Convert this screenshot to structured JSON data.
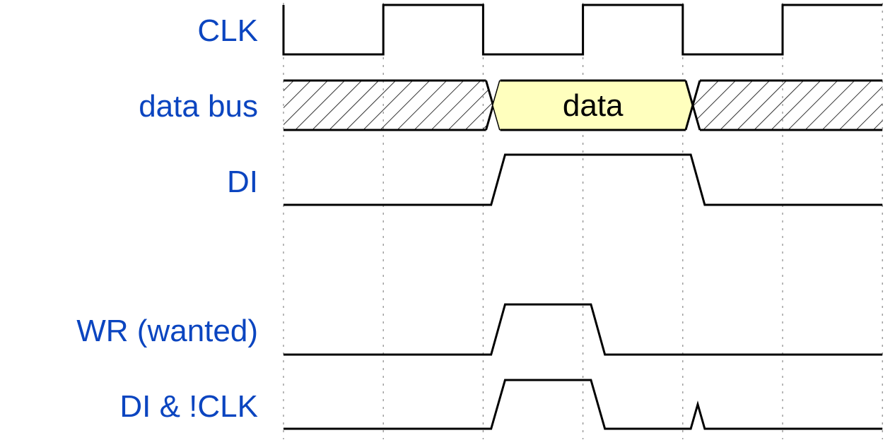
{
  "diagram": {
    "type": "timing-diagram",
    "time_unit": "half clock period",
    "time_range": [
      0,
      6
    ],
    "colors": {
      "label": "#0b45c0",
      "wave": "#000000",
      "bus_data_fill": "#ffffbe",
      "grid": "#888888"
    },
    "signals": [
      {
        "id": "clk",
        "label": "CLK",
        "kind": "clock",
        "points": [
          [
            0,
            1
          ],
          [
            0,
            0
          ],
          [
            1,
            0
          ],
          [
            1,
            1
          ],
          [
            2,
            1
          ],
          [
            2,
            0
          ],
          [
            3,
            0
          ],
          [
            3,
            1
          ],
          [
            4,
            1
          ],
          [
            4,
            0
          ],
          [
            5,
            0
          ],
          [
            5,
            1
          ],
          [
            6,
            1
          ]
        ]
      },
      {
        "id": "data-bus",
        "label": "data bus",
        "kind": "bus",
        "segments": [
          {
            "from": 0,
            "to": 2.1,
            "state": "undefined"
          },
          {
            "from": 2.1,
            "to": 4.1,
            "state": "valid",
            "text": "data"
          },
          {
            "from": 4.1,
            "to": 6,
            "state": "undefined"
          }
        ]
      },
      {
        "id": "di",
        "label": "DI",
        "kind": "logic",
        "points": [
          [
            0,
            0
          ],
          [
            2.08,
            0
          ],
          [
            2.22,
            1
          ],
          [
            4.08,
            1
          ],
          [
            4.22,
            0
          ],
          [
            6,
            0
          ]
        ]
      },
      {
        "id": "spacer",
        "label": "",
        "kind": "empty"
      },
      {
        "id": "wr-wanted",
        "label": "WR (wanted)",
        "kind": "logic",
        "points": [
          [
            0,
            0
          ],
          [
            2.08,
            0
          ],
          [
            2.22,
            1
          ],
          [
            3.08,
            1
          ],
          [
            3.22,
            0
          ],
          [
            6,
            0
          ]
        ]
      },
      {
        "id": "di-and-not-clk",
        "label": "DI & !CLK",
        "kind": "logic",
        "points": [
          [
            0,
            0
          ],
          [
            2.08,
            0
          ],
          [
            2.22,
            1
          ],
          [
            3.08,
            1
          ],
          [
            3.22,
            0
          ],
          [
            4.08,
            0
          ],
          [
            4.15,
            0.5
          ],
          [
            4.22,
            0
          ],
          [
            6,
            0
          ]
        ]
      }
    ]
  }
}
